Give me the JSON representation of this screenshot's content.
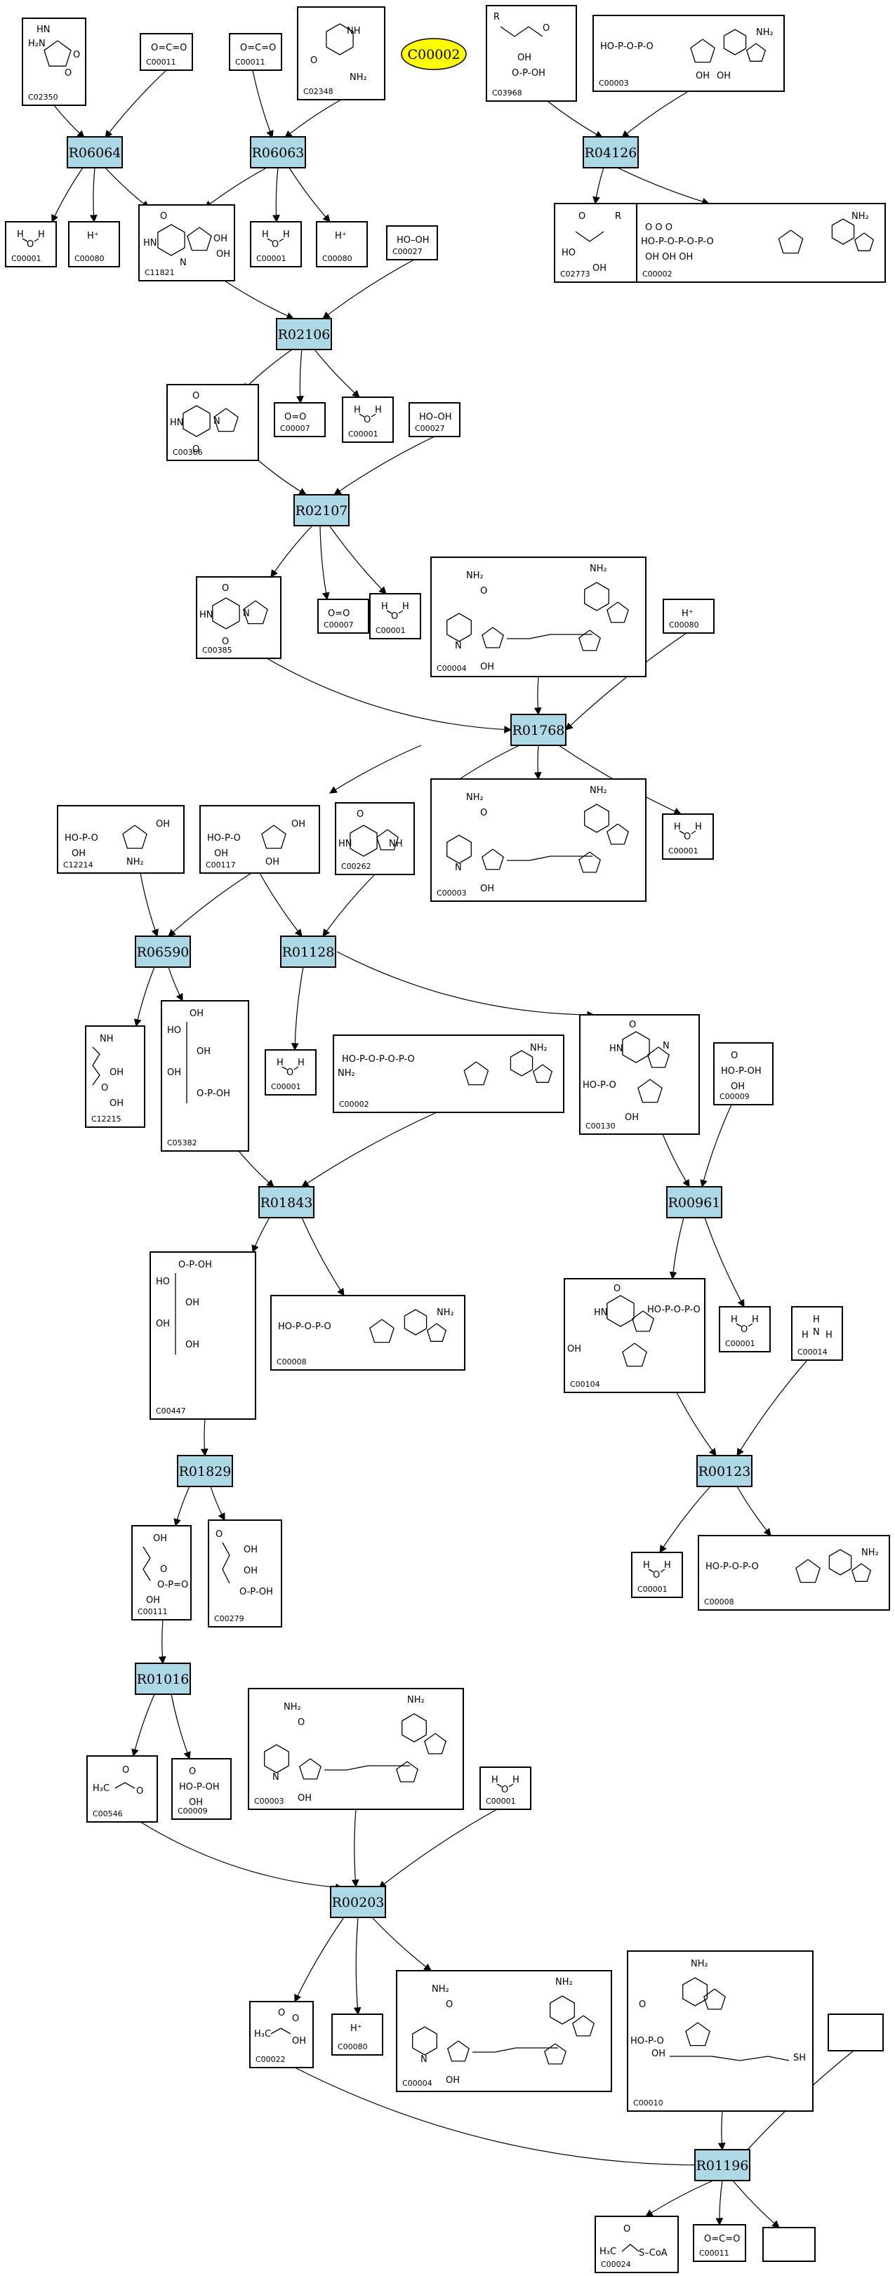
{
  "diagram": {
    "start_node": "C00002",
    "reactions": [
      "R06064",
      "R06063",
      "R04126",
      "R02106",
      "R02107",
      "R01768",
      "R06590",
      "R01128",
      "R01843",
      "R00961",
      "R01829",
      "R00123",
      "R01016",
      "R00203",
      "R01196"
    ],
    "compounds": [
      {
        "id": "c02350",
        "label": "C02350",
        "text": [
          "H₂N",
          "HN",
          "O",
          "O"
        ]
      },
      {
        "id": "c00011a",
        "label": "C00011",
        "text": [
          "O=C=O"
        ]
      },
      {
        "id": "c00011b",
        "label": "C00011",
        "text": [
          "O=C=O"
        ]
      },
      {
        "id": "c02348",
        "label": "C02348",
        "text": [
          "NH",
          "O",
          "NH₂"
        ]
      },
      {
        "id": "c03968",
        "label": "C03968",
        "text": [
          "R",
          "O",
          "OH",
          "O-P-OH"
        ]
      },
      {
        "id": "c00003top",
        "label": "C00003",
        "text": [
          "HO-P-O-P-O",
          "NH₂",
          "OH",
          "OH"
        ]
      },
      {
        "id": "c00001a",
        "label": "C00001",
        "text": [
          "H",
          "O",
          "H"
        ]
      },
      {
        "id": "c00080a",
        "label": "C00080",
        "text": [
          "H⁺"
        ]
      },
      {
        "id": "c11821",
        "label": "C11821",
        "text": [
          "O",
          "OH",
          "HN",
          "N",
          "OH"
        ]
      },
      {
        "id": "c00001b",
        "label": "C00001",
        "text": [
          "H",
          "O",
          "H"
        ]
      },
      {
        "id": "c00080b",
        "label": "C00080",
        "text": [
          "H⁺"
        ]
      },
      {
        "id": "c00027a",
        "label": "C00027",
        "text": [
          "HO–OH"
        ]
      },
      {
        "id": "c02773",
        "label": "C02773",
        "text": [
          "O",
          "R",
          "HO",
          "OH"
        ]
      },
      {
        "id": "c00002a",
        "label": "C00002",
        "text": [
          "O O O",
          "HO-P-O-P-O-P-O",
          "OH OH OH",
          "NH₂"
        ]
      },
      {
        "id": "c00366",
        "label": "C00366",
        "text": [
          "O",
          "HN",
          "N",
          "O"
        ]
      },
      {
        "id": "c00007a",
        "label": "C00007",
        "text": [
          "O=O"
        ]
      },
      {
        "id": "c00001c",
        "label": "C00001",
        "text": [
          "H",
          "O",
          "H"
        ]
      },
      {
        "id": "c00027b",
        "label": "C00027",
        "text": [
          "HO–OH"
        ]
      },
      {
        "id": "c00385",
        "label": "C00385",
        "text": [
          "O",
          "HN",
          "N",
          "O"
        ]
      },
      {
        "id": "c00007b",
        "label": "C00007",
        "text": [
          "O=O"
        ]
      },
      {
        "id": "c00001d",
        "label": "C00001",
        "text": [
          "H",
          "O",
          "H"
        ]
      },
      {
        "id": "c00004top",
        "label": "C00004",
        "text": [
          "NH₂",
          "O",
          "N",
          "OH",
          "NH₂"
        ]
      },
      {
        "id": "c00080c",
        "label": "C00080",
        "text": [
          "H⁺"
        ]
      },
      {
        "id": "c12214",
        "label": "C12214",
        "text": [
          "HO-P-O",
          "OH",
          "NH₂",
          "OH"
        ]
      },
      {
        "id": "c00117",
        "label": "C00117",
        "text": [
          "HO-P-O",
          "OH",
          "OH"
        ]
      },
      {
        "id": "c00262",
        "label": "C00262",
        "text": [
          "O",
          "HN",
          "NH"
        ]
      },
      {
        "id": "c00003mid",
        "label": "C00003",
        "text": [
          "NH₂",
          "O",
          "N",
          "OH",
          "NH₂"
        ]
      },
      {
        "id": "c00001e",
        "label": "C00001",
        "text": [
          "H",
          "O",
          "H"
        ]
      },
      {
        "id": "c12215",
        "label": "C12215",
        "text": [
          "NH",
          "OH",
          "O",
          "OH"
        ]
      },
      {
        "id": "c05382",
        "label": "C05382",
        "text": [
          "OH",
          "HO",
          "OH",
          "OH",
          "O-P-OH"
        ]
      },
      {
        "id": "c00001f",
        "label": "C00001",
        "text": [
          "H",
          "O",
          "H"
        ]
      },
      {
        "id": "c00002b",
        "label": "C00002",
        "text": [
          "HO-P-O-P-O-P-O",
          "NH₂"
        ]
      },
      {
        "id": "c00130",
        "label": "C00130",
        "text": [
          "O",
          "HN",
          "N",
          "HO-P-O",
          "OH"
        ]
      },
      {
        "id": "c00009a",
        "label": "C00009",
        "text": [
          "O",
          "HO-P-OH",
          "OH"
        ]
      },
      {
        "id": "c00447",
        "label": "C00447",
        "text": [
          "O-P-OH",
          "HO",
          "OH",
          "OH",
          "OH"
        ]
      },
      {
        "id": "c00008a",
        "label": "C00008",
        "text": [
          "HO-P-O-P-O",
          "NH₂"
        ]
      },
      {
        "id": "c00104",
        "label": "C00104",
        "text": [
          "O",
          "HN",
          "HO-P-O-P-O",
          "OH"
        ]
      },
      {
        "id": "c00001g",
        "label": "C00001",
        "text": [
          "H",
          "O",
          "H"
        ]
      },
      {
        "id": "c00014",
        "label": "C00014",
        "text": [
          "H",
          "N",
          "H",
          "H"
        ]
      },
      {
        "id": "c00111",
        "label": "C00111",
        "text": [
          "OH",
          "O",
          "O-P=O",
          "OH"
        ]
      },
      {
        "id": "c00279",
        "label": "C00279",
        "text": [
          "O",
          "OH",
          "OH",
          "O-P-OH"
        ]
      },
      {
        "id": "c00001h",
        "label": "C00001",
        "text": [
          "H",
          "O",
          "H"
        ]
      },
      {
        "id": "c00008b",
        "label": "C00008",
        "text": [
          "HO-P-O-P-O",
          "NH₂"
        ]
      },
      {
        "id": "c00546",
        "label": "C00546",
        "text": [
          "H₃C",
          "O",
          "O"
        ]
      },
      {
        "id": "c00009b",
        "label": "C00009",
        "text": [
          "O",
          "HO-P-OH",
          "OH"
        ]
      },
      {
        "id": "c00003bot",
        "label": "C00003",
        "text": [
          "NH₂",
          "O",
          "N",
          "OH",
          "NH₂"
        ]
      },
      {
        "id": "c00001i",
        "label": "C00001",
        "text": [
          "H",
          "O",
          "H"
        ]
      },
      {
        "id": "c00022",
        "label": "C00022",
        "text": [
          "O",
          "H₃C",
          "OH",
          "O"
        ]
      },
      {
        "id": "c00080d",
        "label": "C00080",
        "text": [
          "H⁺"
        ]
      },
      {
        "id": "c00004bot",
        "label": "C00004",
        "text": [
          "NH₂",
          "O",
          "N",
          "OH",
          "NH₂"
        ]
      },
      {
        "id": "c00010",
        "label": "C00010",
        "text": [
          "NH₂",
          "O",
          "HO-P-O",
          "OH",
          "SH"
        ]
      },
      {
        "id": "cblank1",
        "label": "",
        "text": []
      },
      {
        "id": "c00024",
        "label": "C00024",
        "text": [
          "O",
          "H₃C",
          "S–CoA"
        ]
      },
      {
        "id": "c00011c",
        "label": "C00011",
        "text": [
          "O=C=O"
        ]
      },
      {
        "id": "cblank2",
        "label": "",
        "text": []
      }
    ]
  }
}
